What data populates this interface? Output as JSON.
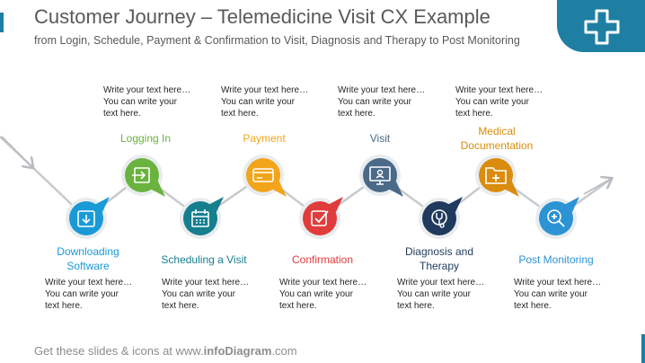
{
  "header": {
    "title": "Customer Journey – Telemedicine Visit CX Example",
    "subtitle": "from Login, Schedule, Payment & Confirmation to Visit, Diagnosis and Therapy to Post Monitoring",
    "badge_icon": "plus-icon"
  },
  "placeholder": {
    "line1": "Write your text here…",
    "line2": "You can write your",
    "line3": "text here."
  },
  "steps": [
    {
      "label": "Downloading Software",
      "color": "#1a9ad6",
      "icon": "download-icon"
    },
    {
      "label": "Logging In",
      "color": "#6ab33e",
      "icon": "login-icon"
    },
    {
      "label": "Scheduling a Visit",
      "color": "#167f8e",
      "icon": "calendar-icon"
    },
    {
      "label": "Payment",
      "color": "#f2a51a",
      "icon": "credit-card-icon"
    },
    {
      "label": "Confirmation",
      "color": "#e03c3c",
      "icon": "checkmark-icon"
    },
    {
      "label": "Visit",
      "color": "#4a6a88",
      "icon": "video-call-icon"
    },
    {
      "label": "Diagnosis and Therapy",
      "color": "#1f3a5c",
      "icon": "stethoscope-icon"
    },
    {
      "label": "Medical Documentation",
      "color": "#d98c0e",
      "icon": "medical-folder-icon"
    },
    {
      "label": "Post Monitoring",
      "color": "#2c93d4",
      "icon": "magnifier-plus-icon"
    }
  ],
  "footer": {
    "prefix": "Get these slides & icons at www.",
    "brand": "infoDiagram",
    "suffix": ".com"
  }
}
